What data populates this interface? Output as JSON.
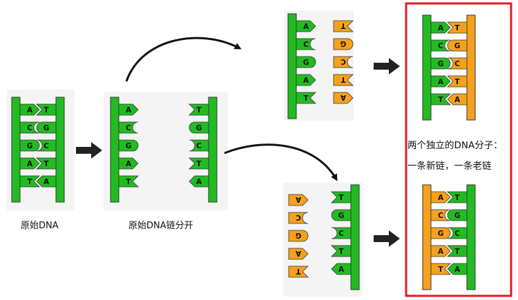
{
  "labels": {
    "original": "原始DNA",
    "separated": "原始DNA链分开",
    "result_line1": "两个独立的DNA分子：",
    "result_line2": "一条新链，一条老链"
  },
  "strands": {
    "original_left": [
      "A",
      "C",
      "G",
      "A",
      "T"
    ],
    "original_right": [
      "T",
      "G",
      "C",
      "T",
      "A"
    ]
  },
  "colors": {
    "old_strand": "#22bb22",
    "new_strand": "#f5a11e",
    "result_frame": "#e11b22",
    "arrow": "#222222",
    "panel_bg": "#f4f4f4"
  }
}
